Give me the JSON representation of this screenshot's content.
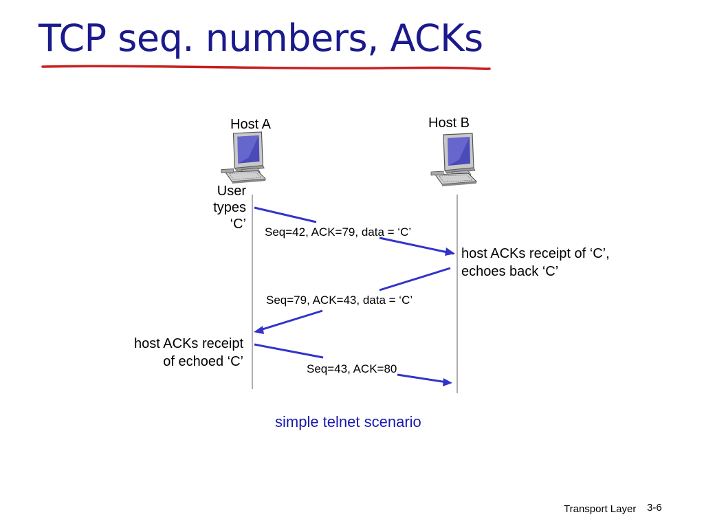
{
  "title": "TCP seq. numbers, ACKs",
  "colors": {
    "title": "#1a1a8c",
    "arrows": "#3333cc",
    "underline": "#c81e1e",
    "caption": "#1a1ab0"
  },
  "hosts": {
    "a": {
      "label": "Host A",
      "icon": "desktop-computer-icon"
    },
    "b": {
      "label": "Host B",
      "icon": "desktop-computer-icon"
    }
  },
  "events": {
    "user_types": [
      "User",
      "types",
      "‘C’"
    ],
    "host_b_ack": [
      "host ACKs receipt of ‘C’,",
      "echoes back ‘C’"
    ],
    "host_a_ack": [
      "host ACKs receipt",
      "of echoed ‘C’"
    ]
  },
  "messages": [
    {
      "label": "Seq=42, ACK=79, data = ‘C’",
      "direction": "A-to-B"
    },
    {
      "label": "Seq=79, ACK=43, data = ‘C’",
      "direction": "B-to-A"
    },
    {
      "label": "Seq=43, ACK=80",
      "direction": "A-to-B"
    }
  ],
  "caption": "simple telnet scenario",
  "footer": {
    "section": "Transport Layer",
    "page": "3-6"
  }
}
